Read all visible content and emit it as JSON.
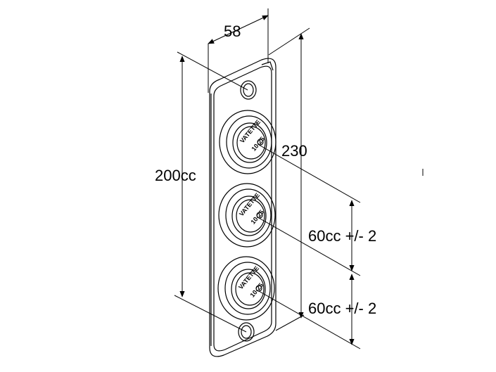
{
  "drawing": {
    "dimensions": {
      "width": "58",
      "height": "230",
      "hole_spacing": "200cc",
      "spacing_upper": "60cc +/- 2",
      "spacing_lower": "60cc +/- 2"
    },
    "connectors": [
      {
        "label": "VATETTE",
        "sub": "10-25"
      },
      {
        "label": "VATETTE",
        "sub": "10-25"
      },
      {
        "label": "VATETTE",
        "sub": "10-25"
      }
    ],
    "colors": {
      "line": "#000000",
      "background": "#ffffff"
    }
  }
}
